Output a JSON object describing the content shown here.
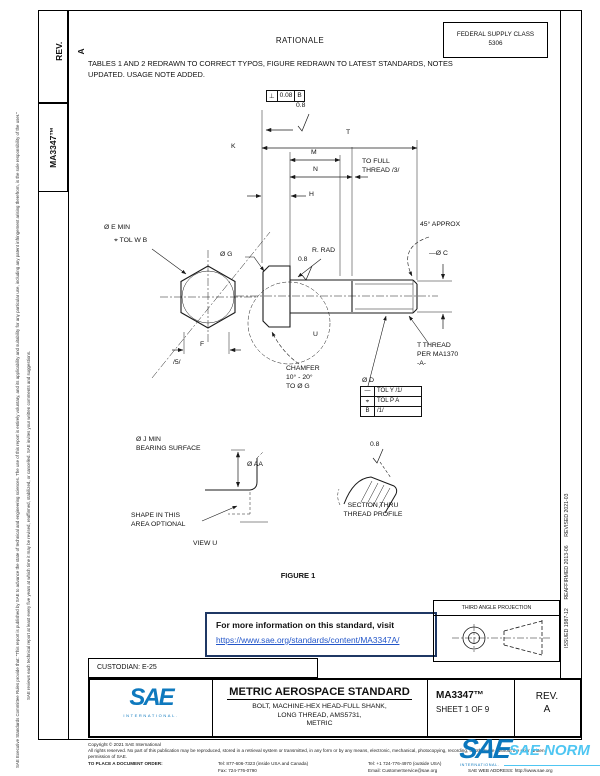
{
  "colors": {
    "sae_blue": "#0E79BE",
    "norm_cyan": "#4FC6F2",
    "link_blue": "#2356C9",
    "info_box_border": "#1F3864",
    "line": "#111111"
  },
  "sidebar": {
    "rev_label": "REV.",
    "rev_value": "A",
    "doc_number": "MA3347™",
    "disclaimer_outer": "SAE Executive Standards Committee Rules provide that: \"This report is published by SAE to advance the state of technical and engineering sciences. The use of this report is entirely voluntary, and its applicability and suitability for any particular use, including any patent infringement arising therefrom, is the sole responsibility of the user.\"",
    "disclaimer_inner": "SAE reviews each technical report at least every five years at which time it may be revised, reaffirmed, stabilized, or cancelled. SAE invites your written comments and suggestions."
  },
  "right_strip": {
    "revision_history": "ISSUED 1987-12      REAFFIRMED 2013-06      REVISED 2021-03"
  },
  "header": {
    "federal_supply_class": "FEDERAL SUPPLY CLASS\n5306",
    "rationale_title": "RATIONALE",
    "rationale_body": "TABLES 1 AND 2 REDRAWN TO CORRECT TYPOS, FIGURE REDRAWN TO LATEST STANDARDS, NOTES UPDATED. USAGE NOTE ADDED."
  },
  "figure": {
    "caption": "FIGURE 1",
    "labels": {
      "k": "K",
      "m": "M",
      "n": "N",
      "h": "H",
      "t": "T",
      "u": "U",
      "f": "F",
      "note5": "/5/",
      "gdt_perp_sym": "⊥",
      "gdt_perp_tol": "0.08",
      "gdt_perp_datum": "B",
      "finish_top": "0.8",
      "finish_mid": "0.8",
      "finish_section": "0.8",
      "to_full_thread": "TO FULL\nTHREAD /3/",
      "dia_e_min": "Ø E MIN",
      "pos_tol_w": "⌖ TOL W  B",
      "dia_g": "Ø G",
      "r_rad": "R. RAD",
      "approx_45": "45° APPROX",
      "dia_c": "—Ø C",
      "t_thread": "T THREAD\nPER MA1370\n-A-",
      "chamfer": "CHAMFER\n10° - 20°\nTO Ø G",
      "dia_d": "Ø D",
      "fcf_r1_sym": "—",
      "fcf_r1_text": "TOL Y /1/",
      "fcf_r2_sym": "⌖",
      "fcf_r2_text": "TOL P  A",
      "fcf_r3_sym": "B",
      "fcf_r3_text": "/1/",
      "dia_j": "Ø J MIN\nBEARING SURFACE",
      "dia_aa": "Ø AA",
      "shape_opt": "SHAPE IN THIS\nAREA OPTIONAL",
      "view_u": "VIEW U",
      "section": "SECTION THRU\nTHREAD PROFILE"
    }
  },
  "info_box": {
    "text": "For more information on this standard, visit",
    "link": "https://www.sae.org/standards/content/MA3347A/"
  },
  "projection_box": {
    "label": "THIRD ANGLE PROJECTION"
  },
  "custodian": "CUSTODIAN:  E-25",
  "title_block": {
    "heading": "METRIC AEROSPACE STANDARD",
    "subtitle": "BOLT, MACHINE-HEX HEAD-FULL SHANK,\nLONG THREAD, AMS5731,\nMETRIC",
    "doc_number": "MA3347™",
    "sheet": "SHEET 1 OF 9",
    "rev_label": "REV.",
    "rev_value": "A",
    "logo_text": "SAE",
    "logo_sub": "INTERNATIONAL."
  },
  "footer": {
    "copyright": "Copyright © 2021 SAE International",
    "rights": "All rights reserved. No part of this publication may be reproduced, stored in a retrieval system or transmitted, in any form or by any means, electronic, mechanical, photocopying, recording, or otherwise, without the prior written permission of SAE.",
    "order_label": "TO PLACE A DOCUMENT ORDER:",
    "tel1": "Tel: 877-606-7323 (inside USA and Canada)",
    "tel2": "Tel: +1 724-776-4970 (outside USA)",
    "fax": "Fax: 724-776-0790",
    "email": "Email: CustomerService@sae.org",
    "web": "SAE WEB ADDRESS: http://www.sae.org"
  },
  "watermark": {
    "sae": "SAE",
    "norm": "SAE NORM",
    "international": "INTERNATIONAL."
  }
}
